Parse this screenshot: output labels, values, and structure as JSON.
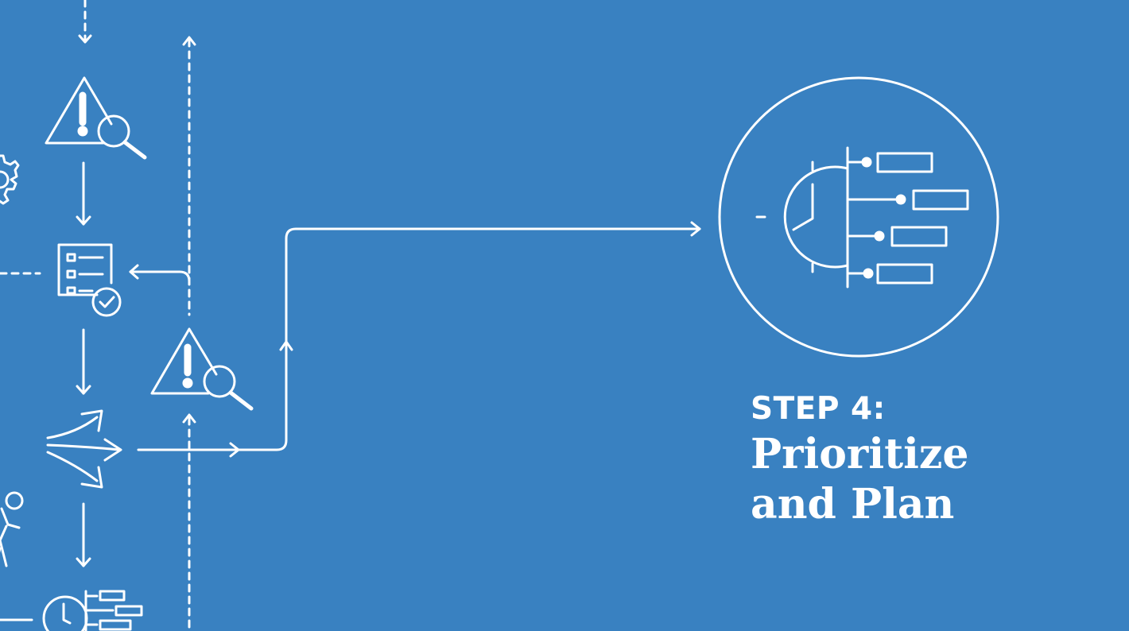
{
  "step": {
    "label": "STEP 4:",
    "title_line1": "Prioritize",
    "title_line2": "and Plan"
  },
  "colors": {
    "background": "#3981c1",
    "foreground": "#ffffff"
  },
  "icons": [
    "warning-magnifier-icon",
    "checklist-icon",
    "diverging-arrows-icon",
    "clock-timeline-icon",
    "gear-icon",
    "person-icon"
  ]
}
